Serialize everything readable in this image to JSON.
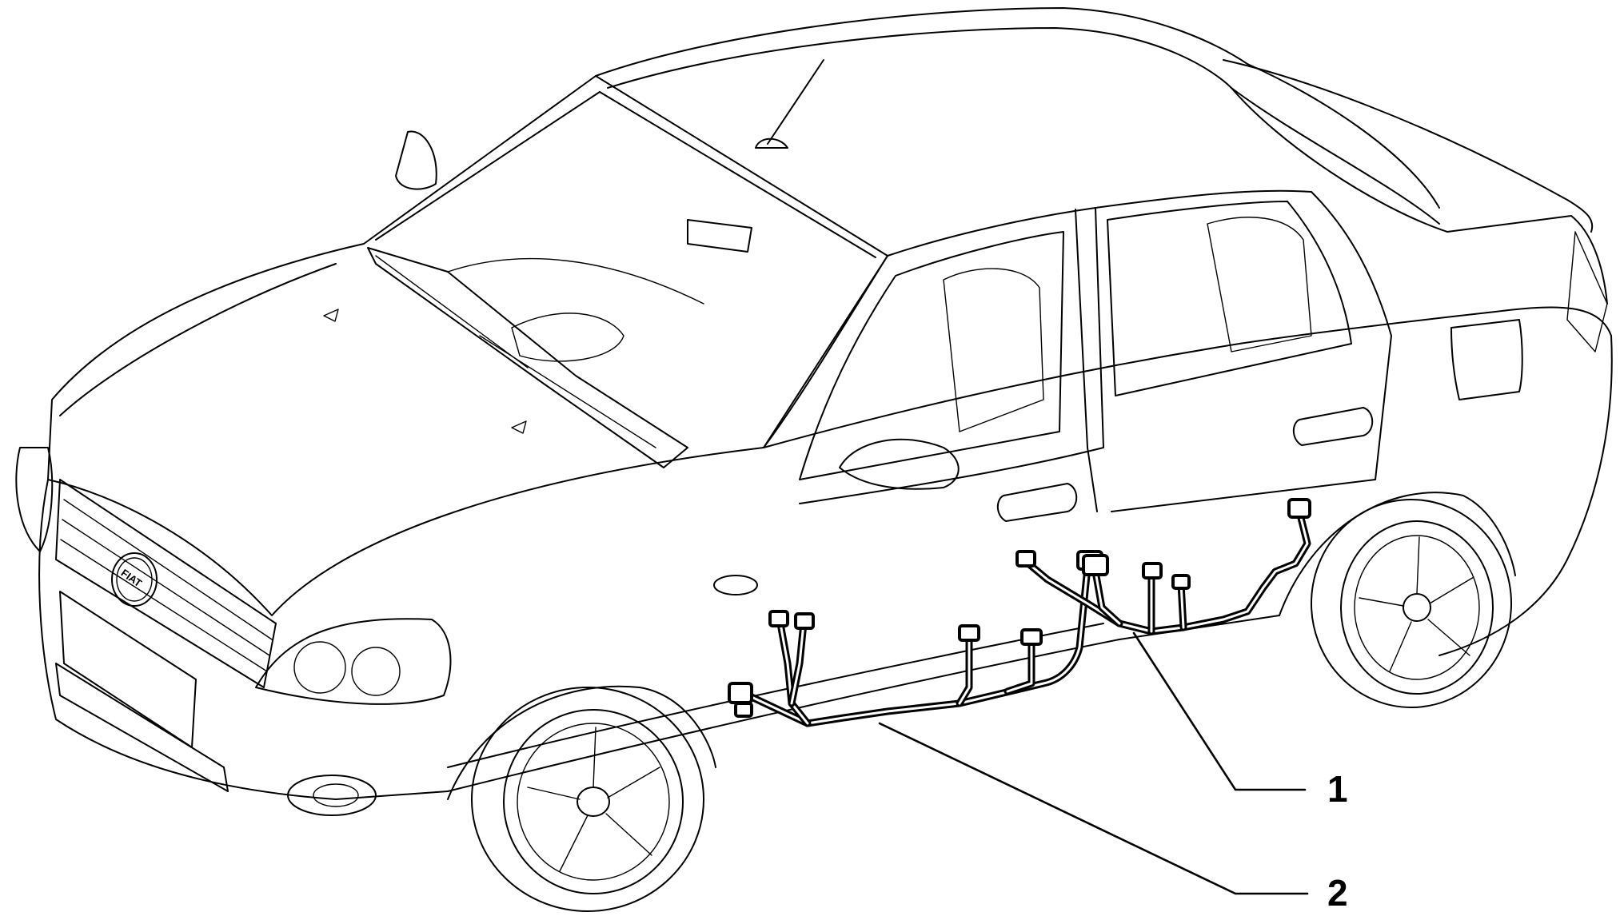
{
  "diagram": {
    "logo_text": "FIAT",
    "callouts": [
      {
        "id": "1",
        "label": "1",
        "part": "rear-door-harness"
      },
      {
        "id": "2",
        "label": "2",
        "part": "front-door-harness"
      }
    ]
  }
}
